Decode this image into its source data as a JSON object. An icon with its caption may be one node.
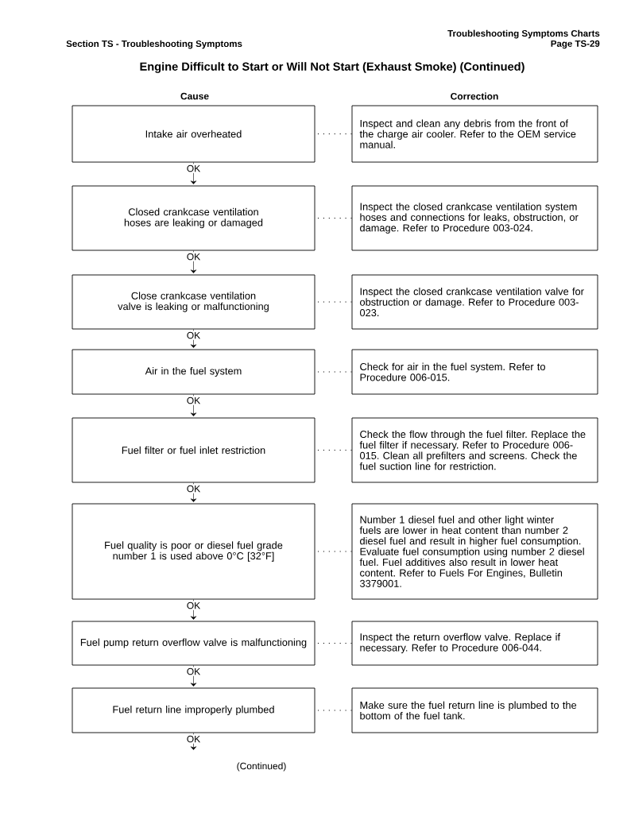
{
  "diagram": {
    "title": "Engine Difficult to Start or Will Not Start (Exhaust Smoke) (Continued)",
    "nodes": [
      {
        "text": [
          "Intake air overheated"
        ]
      },
      {
        "text": [
          "Inspect and clean any debris from the front of the charge air cooler. Refer to the OEM service manual."
        ]
      },
      {
        "text": [
          "Closed crankcase ventilation hoses are leaking or damaged"
        ]
      },
      {
        "text": [
          "Inspect the closed crankcase ventilation system hoses and connections for leaks, obstruction, or damage. Refer to Procedure 003-024."
        ]
      },
      {
        "text": [
          "Close crankcase ventilation valve is leaking or malfunctioning"
        ]
      },
      {
        "text": [
          "Inspect the closed crankcase ventilation valve for obstruction or damage. Refer to Procedure 003-023."
        ]
      },
      {
        "text": [
          "Air in the fuel system"
        ]
      },
      {
        "text": [
          "Check for air in the fuel system. Refer to Procedure 006-015."
        ]
      },
      {
        "text": [
          "Fuel filter or fuel inlet restriction"
        ]
      },
      {
        "text": [
          "Check the flow through the fuel filter. Replace the fuel filter if necessary. Refer to Procedure 006-015. Clean all prefilters and screens. Check the fuel suction line for restriction."
        ]
      },
      {
        "text": [
          "Fuel quality is poor or diesel fuel grade number 1 is used above 0°C [32°F]"
        ]
      },
      {
        "text": [
          "Number 1 diesel fuel and other light winter fuels are lower in heat content than number 2 diesel fuel and result in higher fuel consumption. Evaluate fuel consumption using number 2 diesel fuel. Fuel additives also result in lower heat content. Refer to Fuels For Engines, Bulletin 3379001."
        ]
      },
      {
        "text": [
          "Fuel pump return overflow valve is malfunctioning"
        ]
      },
      {
        "text": [
          "Inspect the return overflow valve. Replace if necessary. Refer to Procedure 006-044."
        ]
      },
      {
        "text": [
          "Fuel return line improperly plumbed"
        ]
      },
      {
        "text": [
          "Make sure the fuel return line is plumbed to the bottom of the fuel tank."
        ]
      }
    ],
    "edges": [
      {
        "from": 0,
        "to": 1,
        "arrow": "none",
        "style": "dashed"
      },
      {
        "from": 0,
        "to": 2,
        "arrow": "to",
        "label": "OK"
      },
      {
        "from": 2,
        "to": 3,
        "arrow": "none",
        "style": "dashed"
      },
      {
        "from": 2,
        "to": 4,
        "arrow": "to",
        "label": "OK"
      },
      {
        "from": 4,
        "to": 5,
        "arrow": "none",
        "style": "dashed"
      },
      {
        "from": 4,
        "to": 6,
        "arrow": "to",
        "label": "OK"
      },
      {
        "from": 6,
        "to": 7,
        "arrow": "none",
        "style": "dashed"
      },
      {
        "from": 6,
        "to": 8,
        "arrow": "to",
        "label": "OK"
      },
      {
        "from": 8,
        "to": 9,
        "arrow": "none",
        "style": "dashed"
      },
      {
        "from": 8,
        "to": 10,
        "arrow": "to",
        "label": "OK"
      },
      {
        "from": 10,
        "to": 11,
        "arrow": "none",
        "style": "dashed"
      },
      {
        "from": 10,
        "to": 12,
        "arrow": "to",
        "label": "OK"
      },
      {
        "from": 12,
        "to": 13,
        "arrow": "none",
        "style": "dashed"
      },
      {
        "from": 12,
        "to": 14,
        "arrow": "to",
        "label": "OK"
      },
      {
        "from": 14,
        "to": 15,
        "arrow": "none",
        "style": "dashed"
      },
      {
        "from": 14,
        "to": null,
        "arrow": "to",
        "label": "OK"
      }
    ],
    "labels": [
      "Troubleshooting Symptoms Charts",
      "Section TS - Troubleshooting Symptoms",
      "Page TS-29",
      "Cause",
      "Correction",
      "(Continued)"
    ]
  }
}
